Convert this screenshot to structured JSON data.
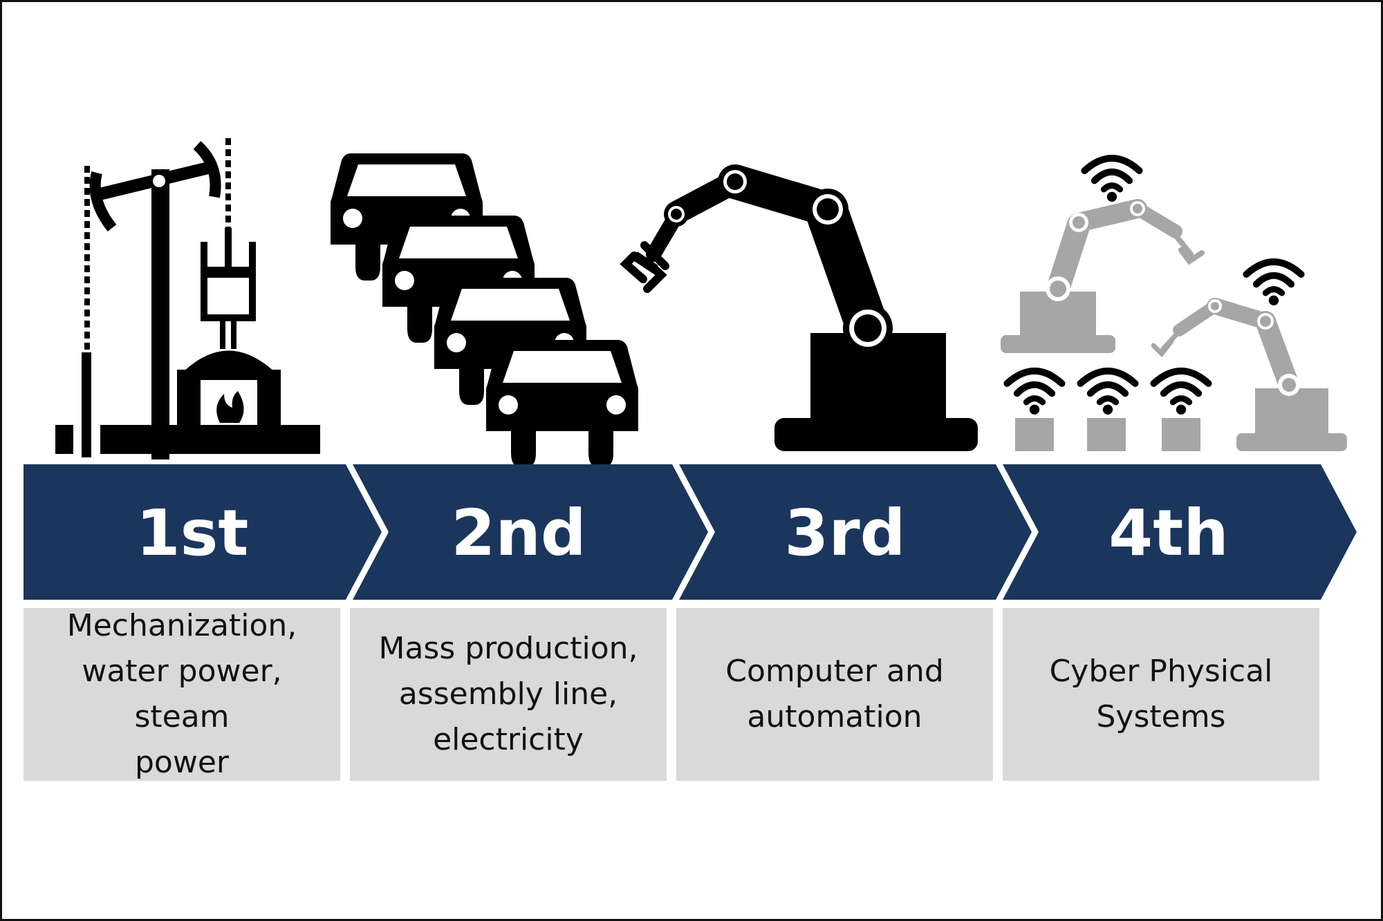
{
  "stages": [
    {
      "label": "1st",
      "lines": [
        "Mechanization,",
        "water power, steam",
        "power"
      ],
      "icon": "steam-engine-icon"
    },
    {
      "label": "2nd",
      "lines": [
        "Mass production,",
        "assembly line,",
        "electricity"
      ],
      "icon": "car-assembly-line-icon"
    },
    {
      "label": "3rd",
      "lines": [
        "Computer and",
        "automation"
      ],
      "icon": "robot-arm-icon"
    },
    {
      "label": "4th",
      "lines": [
        "Cyber Physical",
        "Systems"
      ],
      "icon": "connected-robots-icon"
    }
  ],
  "colors": {
    "arrow": "#1b365d",
    "arrow_text": "#ffffff",
    "desc_bg": "#d9d9d9",
    "icon_dark": "#000000",
    "icon_gray": "#a6a6a6"
  }
}
